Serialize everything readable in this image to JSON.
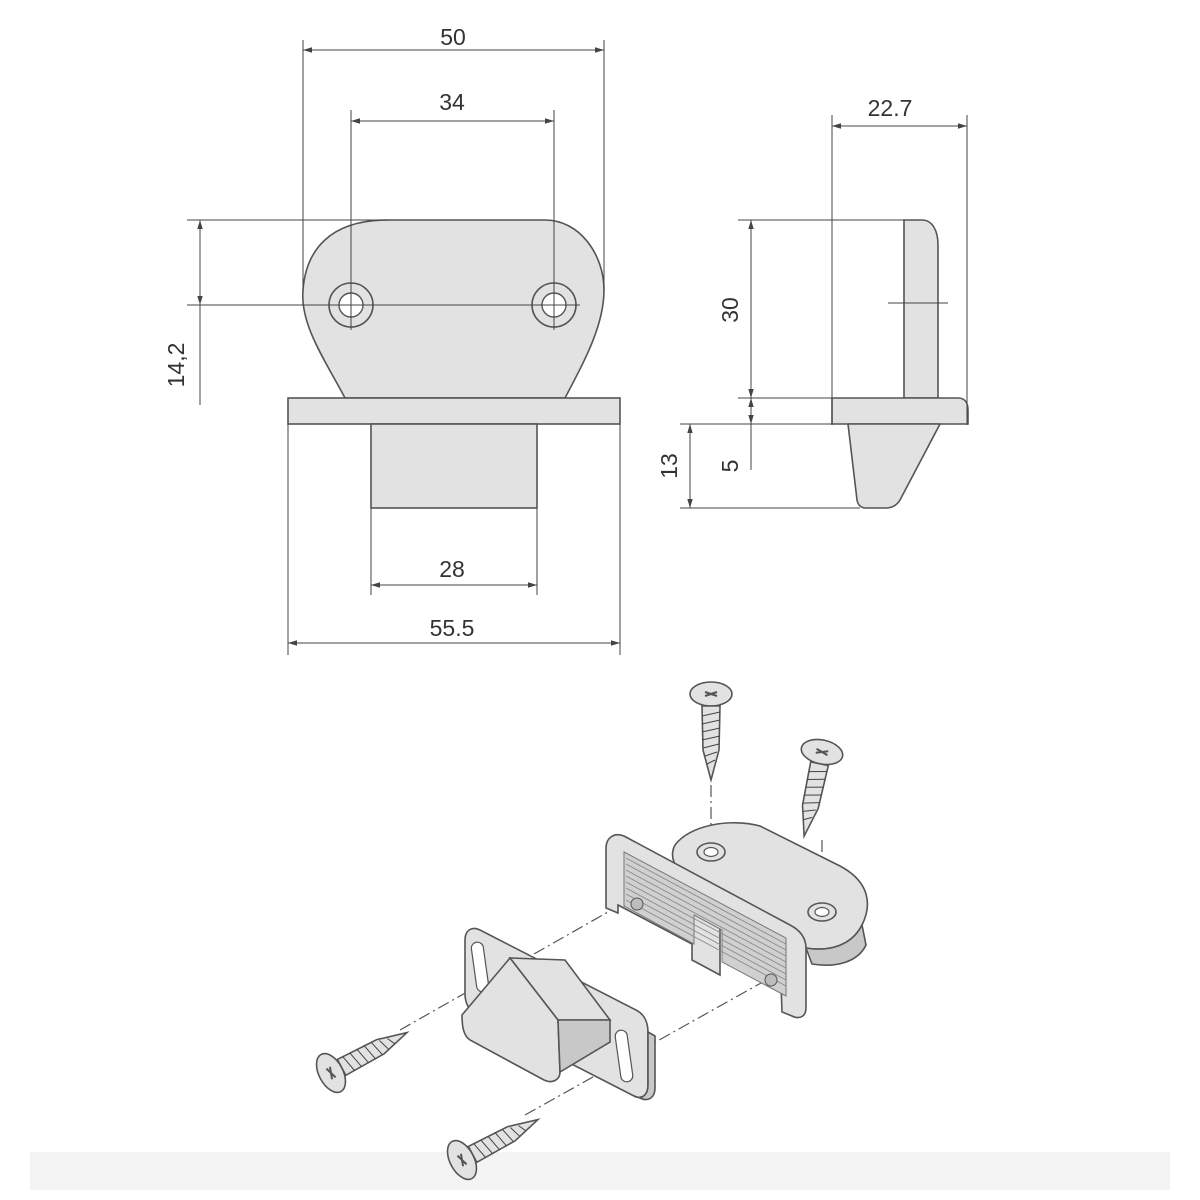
{
  "dimensions": {
    "top_width": "50",
    "hole_spacing": "34",
    "depth": "22.7",
    "height_left": "14,2",
    "height_right": "30",
    "bottom_total": "13",
    "bottom_offset": "5",
    "body_width": "28",
    "base_width": "55.5"
  },
  "colors": {
    "part_fill": "#e2e2e2",
    "shade_fill": "#c8c8c8",
    "line": "#555555"
  }
}
